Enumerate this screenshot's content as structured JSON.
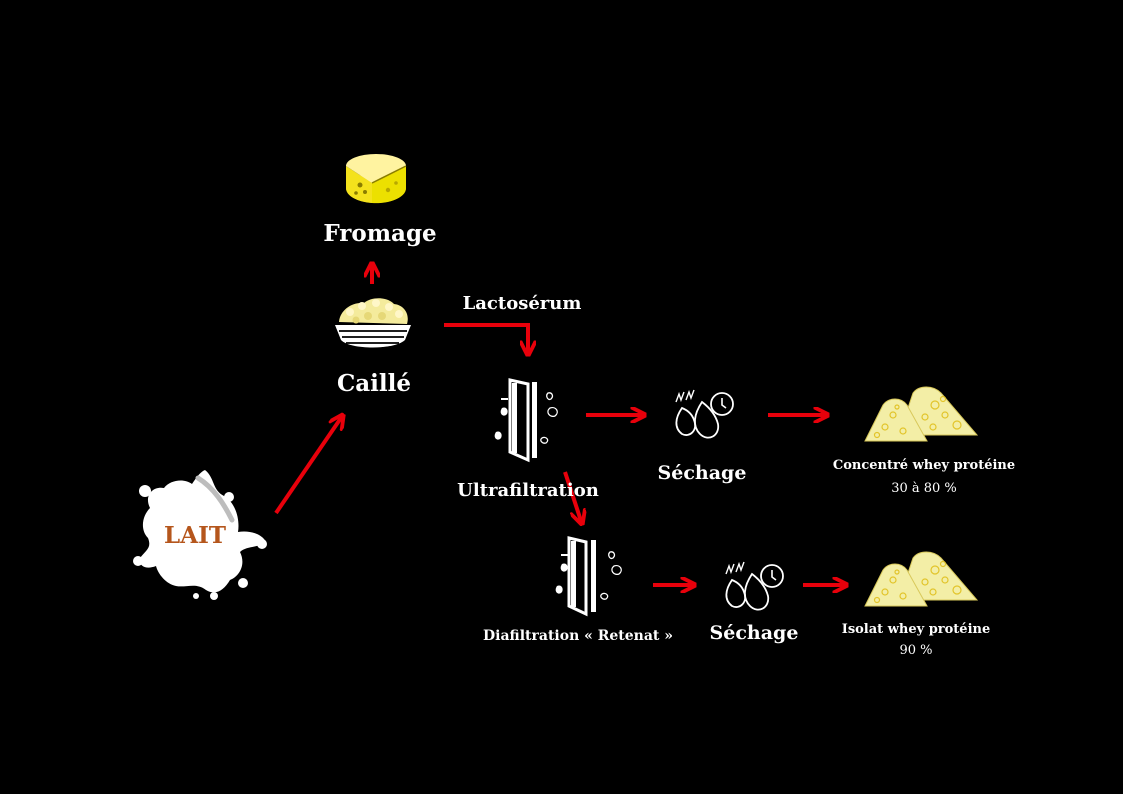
{
  "colors": {
    "background": "#000000",
    "arrow": "#e8000b",
    "text": "#ffffff",
    "lait_text": "#b5561c",
    "cheese": "#f4e21c",
    "powder": "#f3eea6"
  },
  "nodes": {
    "lait": "LAIT",
    "caille": "Caillé",
    "fromage": "Fromage",
    "lactoserum": "Lactosérum",
    "ultrafiltration": "Ultrafiltration",
    "sechage_1": "Séchage",
    "concentre": "Concentré whey protéine",
    "concentre_pct": "30 à 80 %",
    "diafiltration": "Diafiltration « Retenat »",
    "sechage_2": "Séchage",
    "isolat": "Isolat whey protéine",
    "isolat_pct": "90 %"
  },
  "icons": [
    "milk-splash-icon",
    "curd-bowl-icon",
    "cheese-wheel-icon",
    "filtration-membrane-icon",
    "drying-drops-icon",
    "powder-pile-icon"
  ]
}
